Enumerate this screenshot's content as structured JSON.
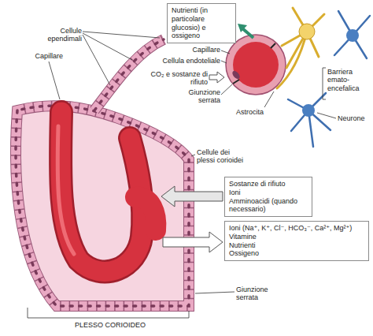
{
  "diagram": {
    "nodes": [
      {
        "text": [
          "Nutrienti (in particolare glucosio) e ossigeno"
        ]
      },
      {
        "text": [
          "Sostanze di rifiuto",
          "Ioni",
          "Amminoacidi (quando necessario)"
        ]
      },
      {
        "text": [
          "Ioni (Na⁺, K⁺, Cl⁻, HCO₃⁻, Ca²⁺, Mg²⁺)",
          "Vitamine",
          "Nutrienti",
          "Ossigeno"
        ]
      }
    ],
    "labels": [
      "Cellule ependimali",
      "Capillare",
      "Capillare",
      "Cellula endoteliale",
      "CO₂ e sostanze di rifiuto",
      "Giunzione serrata",
      "Astrocita",
      "Barriera emato-encefalica",
      "Neurone",
      "Cellule dei plessi corioidei",
      "Giunzione serrata",
      "PLESSO CORIOIDEO"
    ]
  }
}
